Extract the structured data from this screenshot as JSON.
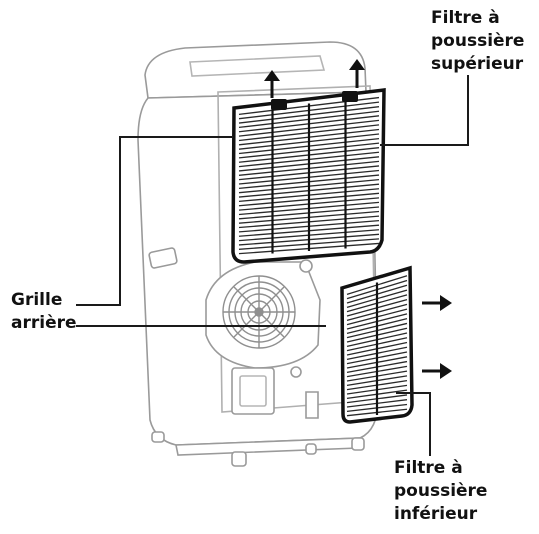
{
  "labels": {
    "upper_filter": [
      "Filtre à",
      "poussière",
      "supérieur"
    ],
    "rear_grille": [
      "Grille",
      "arrière"
    ],
    "lower_filter": [
      "Filtre à",
      "poussière",
      "inférieur"
    ]
  },
  "colors": {
    "line": "#1a1a1a",
    "outline_light": "#9a9a9a",
    "filter_frame": "#111111",
    "unit_body": "#ffffff"
  },
  "icons": [
    "arrow-up-icon",
    "arrow-right-icon",
    "fan-icon"
  ]
}
